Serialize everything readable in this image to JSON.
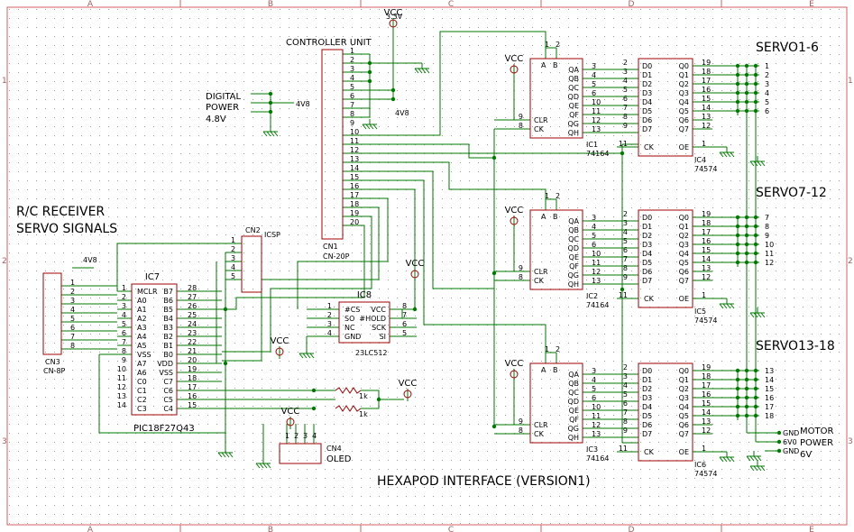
{
  "sheet": {
    "title": "HEXAPOD INTERFACE (VERSION1)",
    "frame_cols": [
      "A",
      "B",
      "C",
      "D",
      "E"
    ],
    "frame_rows": [
      "1",
      "2",
      "3"
    ]
  },
  "labels": {
    "rc_receiver": "R/C RECEIVER",
    "servo_signals": "SERVO SIGNALS",
    "digital": "DIGITAL",
    "power": "POWER",
    "v48": "4.8V",
    "controller_unit": "CONTROLLER UNIT",
    "servo1": "SERVO1-6",
    "servo2": "SERVO7-12",
    "servo3": "SERVO13-18",
    "motor": "MOTOR",
    "motor_power": "POWER",
    "v6": "6V"
  },
  "nets": {
    "vcc": "VCC",
    "v33": "3.3V",
    "v4v8": "4V8",
    "gnd": "GND",
    "v6v": "6V0"
  },
  "cn1": {
    "ref": "CN1",
    "value": "CN-20P",
    "pins": [
      "1",
      "2",
      "3",
      "4",
      "5",
      "6",
      "7",
      "8",
      "9",
      "10",
      "11",
      "12",
      "13",
      "14",
      "15",
      "16",
      "17",
      "18",
      "19",
      "20"
    ]
  },
  "cn2": {
    "ref": "CN2",
    "value": "ICSP",
    "pins": [
      "1",
      "2",
      "3",
      "4",
      "5"
    ]
  },
  "cn3": {
    "ref": "CN3",
    "value": "CN-8P",
    "pins": [
      "1",
      "2",
      "3",
      "4",
      "5",
      "6",
      "7",
      "8"
    ]
  },
  "cn4": {
    "ref": "CN4",
    "value": "OLED",
    "pins": [
      "1",
      "2",
      "3",
      "4"
    ]
  },
  "ic7": {
    "ref": "IC7",
    "value": "PIC18F27Q43",
    "left_pins": [
      [
        "1",
        "MCLR"
      ],
      [
        "2",
        "A0"
      ],
      [
        "3",
        "A1"
      ],
      [
        "4",
        "A2"
      ],
      [
        "5",
        "A3"
      ],
      [
        "6",
        "A4"
      ],
      [
        "7",
        "A5"
      ],
      [
        "8",
        "VSS"
      ],
      [
        "9",
        "A7"
      ],
      [
        "10",
        "A6"
      ],
      [
        "11",
        "C0"
      ],
      [
        "12",
        "C1"
      ],
      [
        "13",
        "C2"
      ],
      [
        "14",
        "C3"
      ]
    ],
    "right_pins": [
      [
        "28",
        "B7"
      ],
      [
        "27",
        "B6"
      ],
      [
        "26",
        "B5"
      ],
      [
        "25",
        "B4"
      ],
      [
        "24",
        "B3"
      ],
      [
        "23",
        "B2"
      ],
      [
        "22",
        "B1"
      ],
      [
        "21",
        "B0"
      ],
      [
        "20",
        "VDD"
      ],
      [
        "19",
        "VSS"
      ],
      [
        "18",
        "C7"
      ],
      [
        "17",
        "C6"
      ],
      [
        "16",
        "C5"
      ],
      [
        "15",
        "C4"
      ]
    ]
  },
  "ic8": {
    "ref": "IC8",
    "value": "23LC512",
    "left_pins": [
      [
        "1",
        "#CS"
      ],
      [
        "2",
        "SO"
      ],
      [
        "3",
        "NC"
      ],
      [
        "4",
        "GND"
      ]
    ],
    "right_pins": [
      [
        "8",
        "VCC"
      ],
      [
        "7",
        "#HOLD"
      ],
      [
        "6",
        "SCK"
      ],
      [
        "5",
        "SI"
      ]
    ]
  },
  "ic164": {
    "value": "74164",
    "refs": [
      "IC1",
      "IC2",
      "IC3"
    ],
    "top_pins": [
      [
        "1",
        "A"
      ],
      [
        "2",
        "B"
      ]
    ],
    "outputs": [
      [
        "3",
        "QA"
      ],
      [
        "4",
        "QB"
      ],
      [
        "5",
        "QC"
      ],
      [
        "6",
        "QD"
      ],
      [
        "10",
        "QE"
      ],
      [
        "11",
        "QF"
      ],
      [
        "12",
        "QG"
      ],
      [
        "13",
        "QH"
      ]
    ],
    "left_pins": [
      [
        "9",
        "CLR"
      ],
      [
        "8",
        "CK"
      ]
    ]
  },
  "ic574": {
    "value": "74574",
    "refs": [
      "IC4",
      "IC5",
      "IC6"
    ],
    "inputs": [
      [
        "2",
        "D0"
      ],
      [
        "3",
        "D1"
      ],
      [
        "4",
        "D2"
      ],
      [
        "5",
        "D3"
      ],
      [
        "6",
        "D4"
      ],
      [
        "7",
        "D5"
      ],
      [
        "8",
        "D6"
      ],
      [
        "9",
        "D7"
      ]
    ],
    "outputs": [
      [
        "19",
        "Q0"
      ],
      [
        "18",
        "Q1"
      ],
      [
        "17",
        "Q2"
      ],
      [
        "16",
        "Q3"
      ],
      [
        "15",
        "Q4"
      ],
      [
        "14",
        "Q5"
      ],
      [
        "13",
        "Q6"
      ],
      [
        "12",
        "Q7"
      ]
    ],
    "ck": [
      "11",
      "CK"
    ],
    "oe": [
      "1",
      "OE"
    ]
  },
  "servo_groups": [
    {
      "pins": [
        "1",
        "2",
        "3",
        "4",
        "5",
        "6"
      ]
    },
    {
      "pins": [
        "7",
        "8",
        "9",
        "10",
        "11",
        "12"
      ]
    },
    {
      "pins": [
        "13",
        "14",
        "15",
        "16",
        "17",
        "18"
      ]
    }
  ],
  "resistors": [
    {
      "value": "1k"
    },
    {
      "value": "1k"
    }
  ]
}
